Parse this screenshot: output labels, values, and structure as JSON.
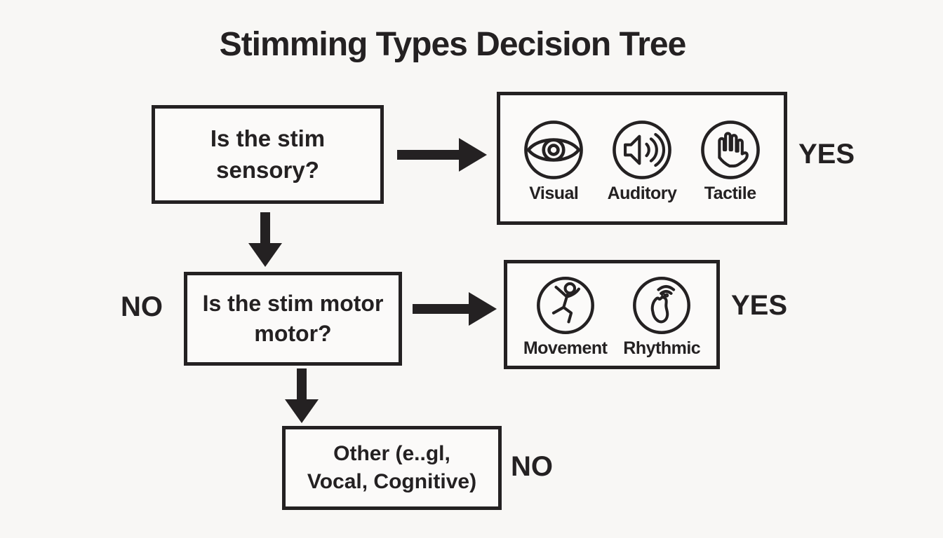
{
  "title": "Stimming Types Decision Tree",
  "questions": {
    "sensory": "Is the stim\nsensory?",
    "motor": "Is the stim motor\nmotor?",
    "other": "Other (e..gl,\nVocal, Cognitive)"
  },
  "branch_labels": {
    "yes": "YES",
    "no": "NO"
  },
  "sensory_panel": {
    "items": [
      {
        "icon": "eye-icon",
        "label": "Visual"
      },
      {
        "icon": "speaker-icon",
        "label": "Auditory"
      },
      {
        "icon": "hand-icon",
        "label": "Tactile"
      }
    ]
  },
  "motor_panel": {
    "items": [
      {
        "icon": "dancing-person-icon",
        "label": "Movement"
      },
      {
        "icon": "tapping-foot-icon",
        "label": "Rhythmic"
      }
    ]
  },
  "colors": {
    "ink": "#242122",
    "background": "#f8f7f5"
  }
}
